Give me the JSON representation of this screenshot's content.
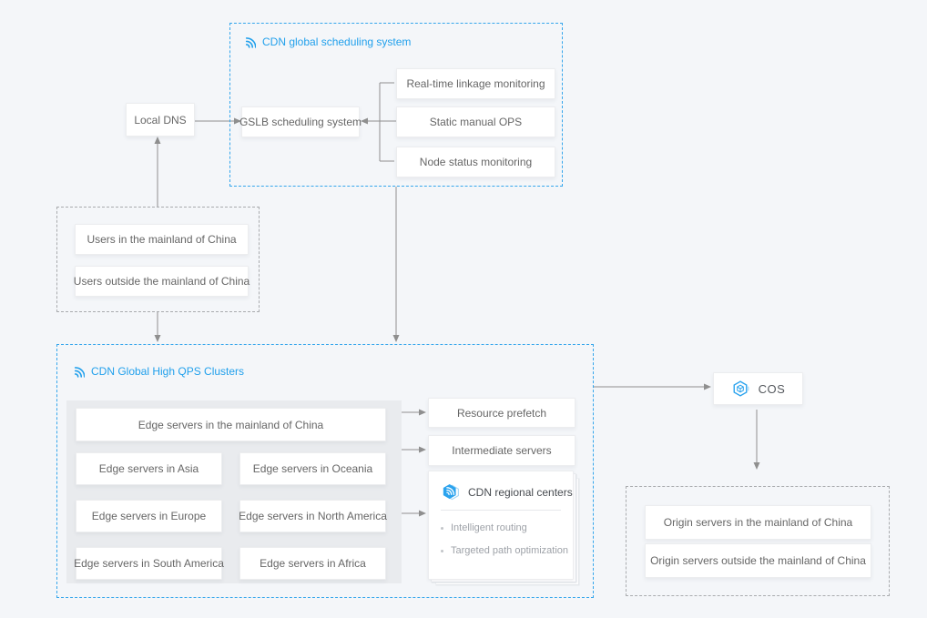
{
  "scheduling": {
    "title": "CDN global scheduling system",
    "gslb_label": "GSLB scheduling system",
    "monitors": [
      "Real-time linkage monitoring",
      "Static manual OPS",
      "Node status monitoring"
    ]
  },
  "local_dns_label": "Local DNS",
  "users": [
    "Users in the mainland of China",
    "Users outside the mainland of China"
  ],
  "clusters": {
    "title": "CDN Global High QPS Clusters",
    "edge_main": "Edge servers in the mainland of China",
    "edge_regions": [
      "Edge servers in Asia",
      "Edge servers in Oceania",
      "Edge servers in Europe",
      "Edge servers in North America",
      "Edge servers in South America",
      "Edge servers in Africa"
    ]
  },
  "midlayer": {
    "resource_prefetch": "Resource prefetch",
    "intermediate_servers": "Intermediate servers"
  },
  "regional": {
    "title": "CDN regional centers",
    "bullets": [
      "Intelligent routing",
      "Targeted path optimization"
    ]
  },
  "cos_label": "COS",
  "origins": [
    "Origin servers in the mainland of China",
    "Origin servers outside the mainland of China"
  ],
  "colors": {
    "accent_blue": "#21A0EC",
    "line_gray": "#8F8F8F",
    "panel_gray": "#E9EBEE",
    "page_bg": "#F4F6F9"
  },
  "icons": {
    "title_icon": "cdn-signal-waves-icon",
    "regional_icon": "cdn-hexagon-waves-icon",
    "cos_icon": "cos-hexagon-cube-icon"
  }
}
